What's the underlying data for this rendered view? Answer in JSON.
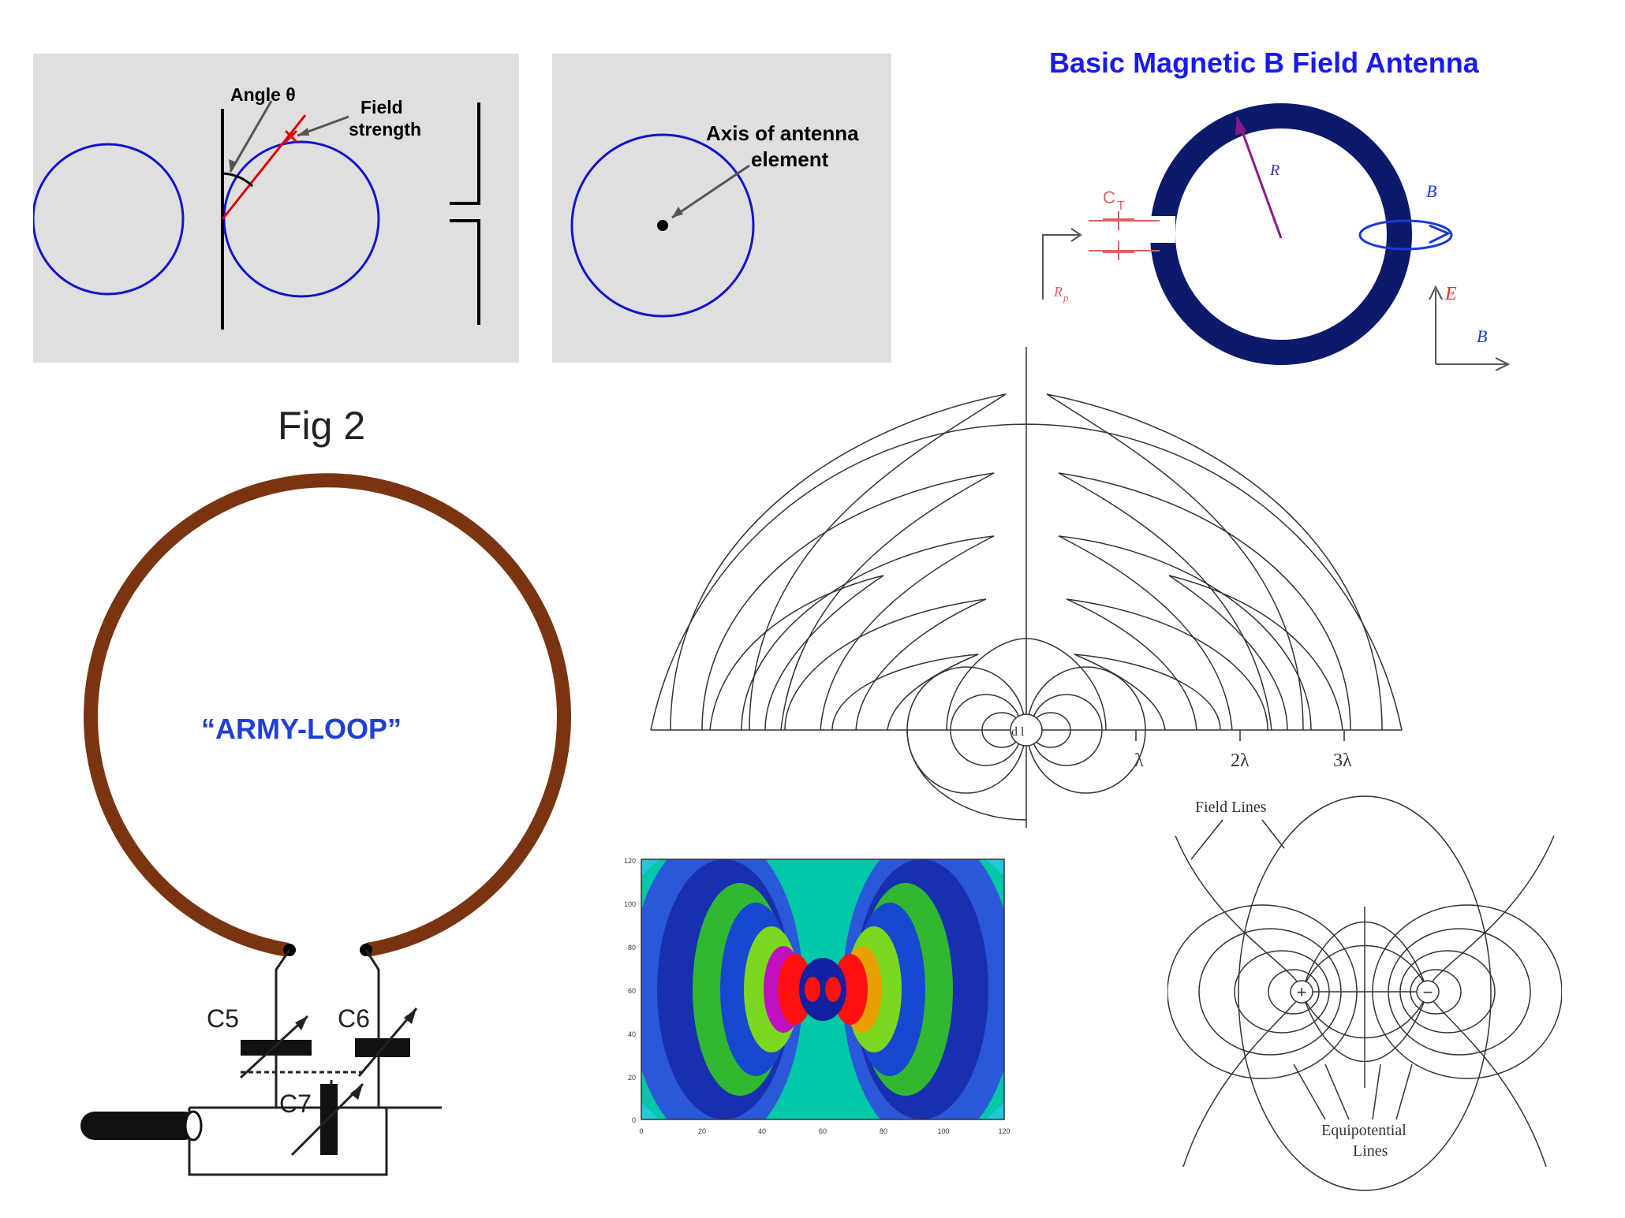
{
  "panel_pattern": {
    "angle_label": "Angle θ",
    "field_label_line1": "Field",
    "field_label_line2": "strength"
  },
  "panel_axis": {
    "axis_label_line1": "Axis of antenna",
    "axis_label_line2": "element"
  },
  "panel_bfield": {
    "title": "Basic Magnetic B Field Antenna",
    "title_color": "#1a1aee",
    "ring_color": "#0c1a6b",
    "label_R": "R",
    "label_CT_main": "C",
    "label_CT_sub": "T",
    "label_Rp_main": "R",
    "label_Rp_sub": "p",
    "label_B": "B",
    "label_E": "E",
    "label_B2": "B"
  },
  "panel_armyloop": {
    "fig_title": "Fig 2",
    "loop_label": "“ARMY-LOOP”",
    "loop_color": "#7a3510",
    "label_color": "#1f3fd6",
    "c5": "C5",
    "c6": "C6",
    "c7": "C7"
  },
  "panel_dipole": {
    "tick_1": "λ",
    "tick_2": "2λ",
    "tick_3": "3λ",
    "center_label": "d l"
  },
  "panel_contour": {
    "y_ticks": [
      "120",
      "100",
      "80",
      "60",
      "40",
      "20",
      "0"
    ],
    "x_ticks": [
      "0",
      "20",
      "40",
      "60",
      "80",
      "100",
      "120"
    ]
  },
  "panel_fieldlines": {
    "field_lines_label": "Field Lines",
    "equipotential_line1": "Equipotential",
    "equipotential_line2": "Lines",
    "plus": "+",
    "minus": "−"
  }
}
